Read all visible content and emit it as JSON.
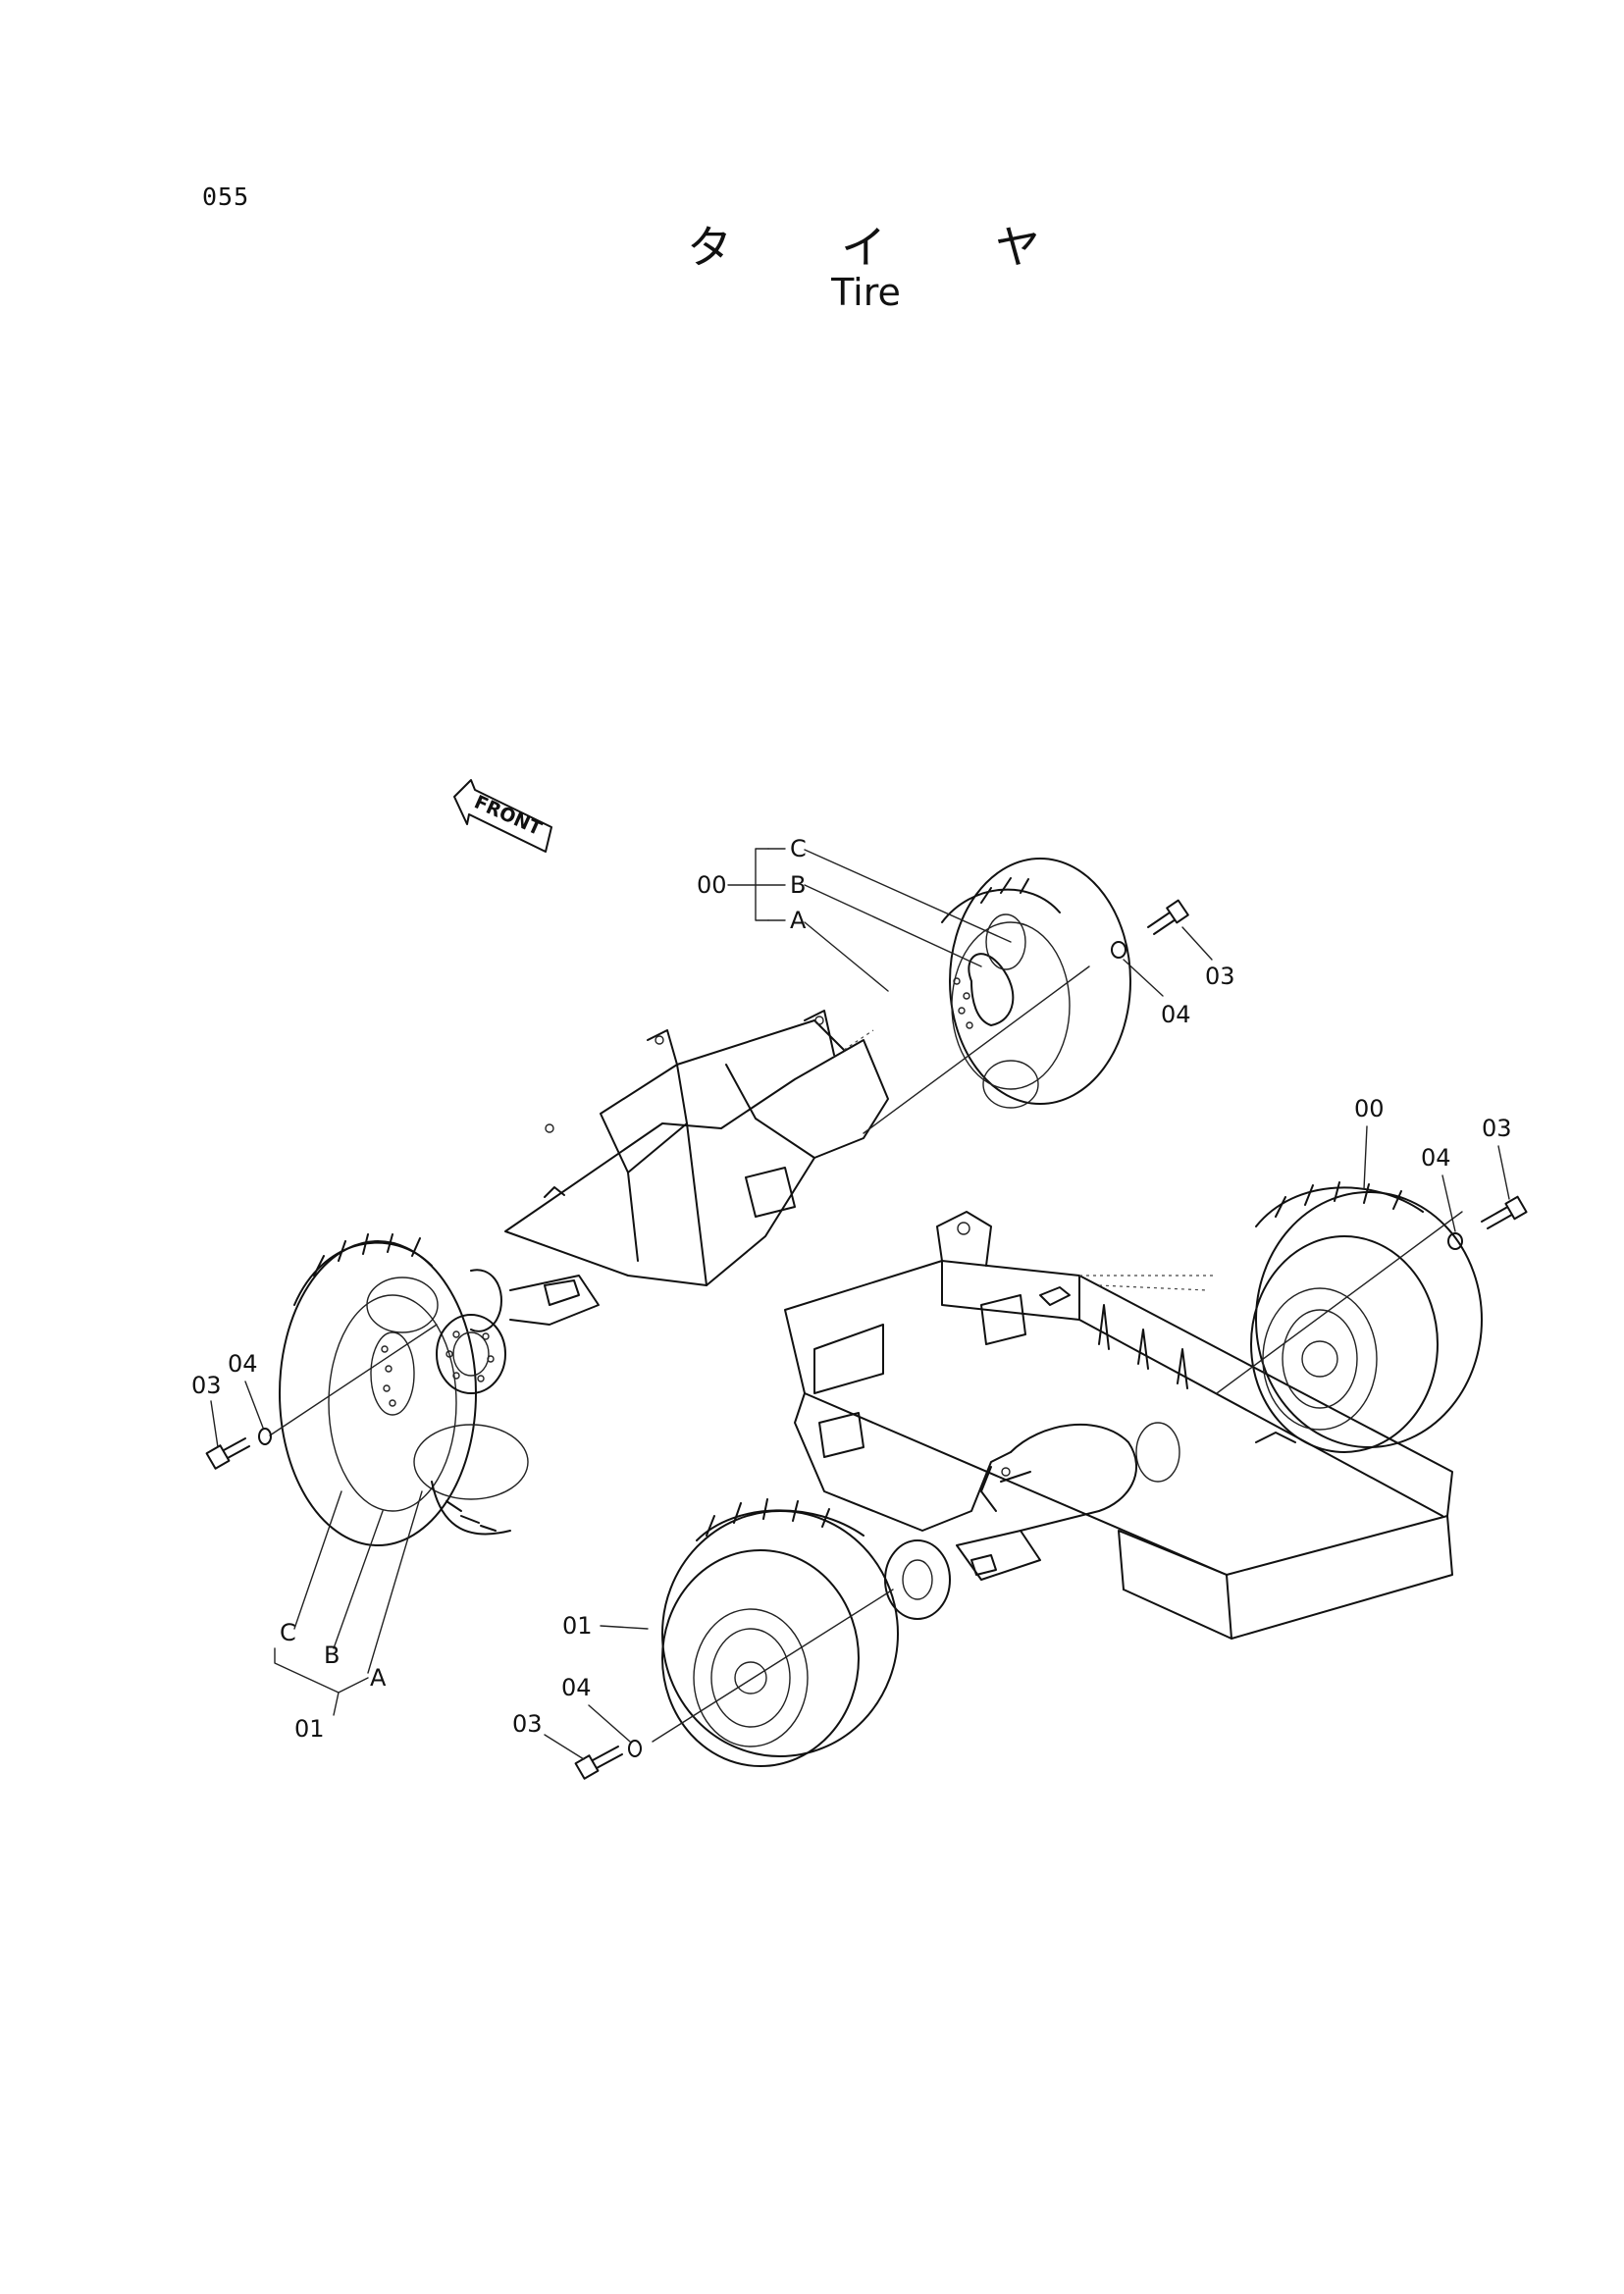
{
  "page_number": "055",
  "title": {
    "jp": [
      "タ",
      "イ",
      "ヤ"
    ],
    "en": "Tire"
  },
  "front_marker": "FRONT",
  "callouts": {
    "rear_right_group": {
      "assembly": "00",
      "parts": [
        "C",
        "B",
        "A"
      ]
    },
    "rear_right_bolt": "03",
    "rear_right_washer": "04",
    "front_right_assembly": "00",
    "front_right_washer": "04",
    "front_right_bolt": "03",
    "rear_left_bolt": "03",
    "rear_left_washer": "04",
    "rear_left_group": {
      "parts": [
        "C",
        "B",
        "A"
      ],
      "assembly": "01"
    },
    "front_left_assembly": "01",
    "front_left_washer": "04",
    "front_left_bolt": "03"
  }
}
